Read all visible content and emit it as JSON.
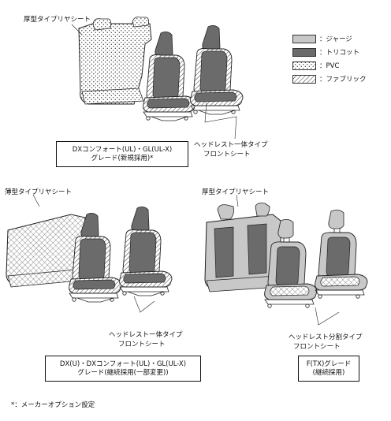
{
  "legend": [
    {
      "label": "：ジャージ",
      "pattern": "jersey",
      "color": "#c8c8c8"
    },
    {
      "label": "：トリコット",
      "pattern": "tricot",
      "color": "#6b6b6b"
    },
    {
      "label": "：PVC",
      "pattern": "pvc",
      "color": "#ffffff"
    },
    {
      "label": "：ファブリック",
      "pattern": "fabric",
      "color": "#ffffff"
    }
  ],
  "diagrams": {
    "top": {
      "rear_label": "厚型タイプリヤシート",
      "front_label_1": "ヘッドレスト一体タイプ",
      "front_label_2": "フロントシート",
      "grade_line_1": "DXコンフォート(UL)・GL(UL-X)",
      "grade_line_2": "グレード(新規採用)*"
    },
    "bottom_left": {
      "rear_label": "薄型タイプリヤシート",
      "front_label_1": "ヘッドレストー体タイプ",
      "front_label_2": "フロントシート",
      "grade_line_1": "DX(U)・DXコンフォート(UL)・GL(UL-X)",
      "grade_line_2": "グレード(継続採用(一部変更))"
    },
    "bottom_right": {
      "rear_label": "厚型タイプリヤシート",
      "front_label_1": "ヘッドレスト分割タイプ",
      "front_label_2": "フロントシート",
      "grade_line_1": "F(TX)グレード",
      "grade_line_2": "(継続採用)"
    }
  },
  "footnote": "*：メーカーオプション設定"
}
